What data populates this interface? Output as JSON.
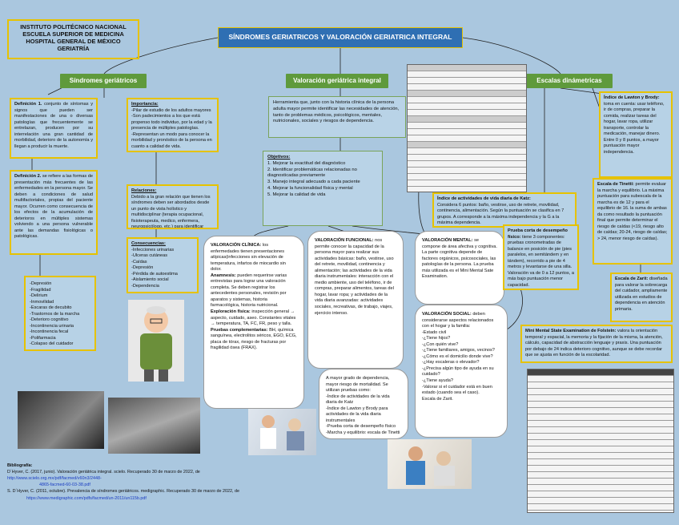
{
  "institution": {
    "line1": "INSTITUTO POLITÉCNICO NACIONAL",
    "line2": "ESCUELA SUPERIOR DE MEDICINA",
    "line3": "HOSPITAL GENERAL DE MÉXICO",
    "line4": "GERIATRÍA"
  },
  "title": "SÍNDROMES GERIATRICOS Y VALORACIÓN GERIATRICA INTEGRAL",
  "headers": {
    "sindromes": "Síndromes geriátricos",
    "valoracion": "Valoración geriátrica integral",
    "escalas": "Escalas dinámetricas"
  },
  "definicion1": {
    "label": "Definición 1.",
    "text": "conjunto de síntomas y signos que pueden ser manifestaciones de una o diversas patologías que frecuentemente se entrelazan, producen por su interrelación una gran cantidad de morbilidad, deterioro de la autonomía y llegan a producir la muerte."
  },
  "definicion2": {
    "label": "Definición 2.",
    "text": "se refiere a las formas de presentación más frecuentes de las enfermedades en la persona mayor. Se deben a condiciones de salud multifactoriales, propias del paciente mayor. Ocurren como consecuencia de los efectos de la acumulación de deterioros en múltiples sistemas volviendo a una persona vulnerable ante las demandas fisiológicas o patológicas."
  },
  "sindromes_list": [
    "-Depresión",
    "-Fragilidad",
    "-Delirium",
    "-Inmovilidad",
    "-Escaras de decubito",
    "-Trastornos de la marcha",
    "-Deterioro cognitivo",
    "-Incontinencia urinaria",
    "-Incontinencia fecal",
    "-Polifarmacia",
    "-Colapso del cuidador"
  ],
  "importancia": {
    "label": "Importancia:",
    "items": [
      "-Pilar de estudio de los adultos mayores",
      "-Son padecimientos a los que está propenso todo individuo, por la edad y la presencia de múltiples patologías.",
      "-Representan un modo para conocer la morbilidad y pronóstico de la persona en cuanto a calidad de vida."
    ]
  },
  "relaciones": {
    "label": "Relaciones:",
    "text": "Debido a la gran relación que tienen los síndromes deben ser abordados desde un punto de vista holístico y multidisciplinar (terapia ocupacional, fisioterapeuta, medico, enfermera, neuropsicólogo, etc.) para identificar factores de riesgo que puedan desarrollar estos síndromes, así como para tratar aquellos que están presentes."
  },
  "consecuencias": {
    "label": "Consecuencias:",
    "items": [
      "-Infecciones urinarias",
      "-Ulceras cutáneas",
      "-Caídas",
      "-Depresión",
      "-Pérdida de autoestima",
      "-Aislamiento social",
      "-Dependencia"
    ]
  },
  "vgi_intro": "Herramienta que, junto con la historia clínica de la persona adulta mayor permite identificar las necesidades de atención, tanto de problemas médicos, psicológicos, mentales, nutricionales, sociales y riesgos de dependencia.",
  "objetivos": {
    "label": "Objetivos:",
    "items": [
      "1. Mejorar la exactitud del diagnóstico",
      "2. Identificar problemáticas relacionadas no diagnosticadas previamente",
      "3. Manejo integral adecuado a cada paciente",
      "4. Mejorar la funcionalidad física y mental",
      "5. Mejorar la calidad de vida"
    ]
  },
  "clinica": {
    "label": "VALORACIÓN CLÍNICA:",
    "text1": "los enfermedades tienen presentaciones atípicas(infecciones sin elevación de temperatura, infartos de miocardio sin dolor.",
    "anamnesis_label": "Anamnesis:",
    "anamnesis": "pueden requerirse varias entrevistas para lograr una valoración completa. Se deben registrar los antecedentes personales, revisión por aparatos y sistemas, historia farmacológica, historia nutricional.",
    "exploracion_label": "Exploración física:",
    "exploracion": "inspección general → aspecto, cuidado, aseo. Constantes vitales → temperatura, TA, FC, FR, peso y talla.",
    "pruebas_label": "Pruebas complementarias:",
    "pruebas": "BH, química sanguínea, electrolitos séricos, EGO, ECG, placa de tórax, riesgo de fracturas por fragilidad ósea (FRAX)."
  },
  "funcional": {
    "label": "VALORACIÓN FUNCIONAL:",
    "text": "nos permite conocer la capacidad de la persona mayor para realizar sus actividades básicas: baño, vestirse, uso del retrete, movilidad, continencia y alimentación; las actividades de la vida diaria instrumentales: interacción con el medio ambiente, uso del teléfono, ir de compras, preparar alimentos, tareas del hogar, lavar ropa; y actividades de la vida diaria avanzadas: actividades sociales, recreativas, de trabajo, viajes, ejercicio intenso."
  },
  "mental": {
    "label": "VALORACIÓN MENTAL:",
    "text": "se compone de área afectiva y cognitiva. La parte cognitiva depende de factores orgánicos, psicosociales, las patologías de la persona. La prueba más utilizada es el Mini Mental Sate Examination."
  },
  "grado": {
    "text": "A mayor grado de dependencia, mayor riesgo de mortalidad. Se utilizan pruebas como:",
    "items": [
      "-Índice de actividades de la vida diaria de Katz",
      "-Índice de Lawton y Brody para actividades de la vida diaria instrumentales",
      "-Prueba corta de desempeño físico",
      "-Marcha y equilibrio: escala de Tinetti"
    ]
  },
  "social": {
    "label": "VALORACIÓN SOCIAL:",
    "text": "deben considerarse aspectos relacionados con el hogar y la familia:",
    "items": [
      "-Estado civil",
      "-¿Tiene hijos?",
      "-¿Con quién vive?",
      "-¿Tiene familiares, amigos, vecinos?",
      "-¿Cómo es el domicilio donde vive?",
      "-¿Hay escaleras o elevador?",
      "-¿Precisa algún tipo de ayuda en su cuidado?",
      "-¿Tiene ayuda?",
      "-Valorar si el cuidador está en buen estado (cuando sea el caso).",
      "Escala de Zarit."
    ]
  },
  "katz": {
    "label": "Índice de actividades de vida diaria de Katz:",
    "text": "Considera 6 puntos: baño, vestirse, uso de retrete, movilidad, continencia, alimentación. Según la puntuación se clasifica en 7 grupos. A corresponde a la máxima independencia y la G a la máxima dependencia."
  },
  "lawton": {
    "label": "Índice de Lawton y Brody:",
    "text": "toma en cuenta: usar teléfono, ir de compras, preparar la comida, realizar tareas del hogar, lavar ropa, utilizar transporte, controlar la medicación, manejar dinero. Entre 0 y 8 puntos, a mayor puntuación mayor independencia."
  },
  "tinetti": {
    "label": "Escala de Tinetti:",
    "text": "permite evaluar la marcha y equilibrio. La máxima puntuación para subescala de la marcha es de 12 y para el equilibrio de 16. la suma de ambas da como resultado la puntuación final que permite determinar el riesgo de caídas (<19, riesgo alto de caídas; 20-24, riesgo de caídas; > 24, menor riesgo de caídas)."
  },
  "prueba_corta": {
    "label": "Prueba corta de desempeño físico:",
    "text": "tiene 3 componentes: pruebas cronometradas de balance en posición de pie (pies paralelos, en semitándem y en tándem), recorrido a pie de 4 metros y levantarse de una silla. Valoración va de 0 a 12 puntos, a más bajo puntuación menor capacidad."
  },
  "zarit": {
    "label": "Escala de Zarit:",
    "text": "diseñada para valorar la sobrecarga del cuidador, ampliamente utilizada en estudios de dependencia en atención primaria."
  },
  "mmse": {
    "label": "Mini Mental State Examination de Folstein:",
    "text": "valora la orientación temporal y espacial, la memoria y la fijación de la misma, la atención, cálculo, capacidad de abstracción lenguaje y praxis. Una puntuación por debajo de 24 indica deterioro cognitivo, aunque se debe recordar que se ajusta en función de la escolaridad."
  },
  "bibliografia": {
    "label": "Bibliografía:",
    "ref1": "D´Hyver, C. (2017, junio). Valoración geriátrica integral. scielo. Recuperado 30 de marzo de 2022, de",
    "url1a": "http://www.scielo.org.mx/pdf/facmed/v60n3/2448-",
    "url1b": "4865-facmed-60-03-38.pdf",
    "ref2": "S. D´Hyver, C. (2011, octubre). Prevalencia de síndromes geriátricos. medigraphic. Recuperado 30 de marzo de 2022, de",
    "url2": "https://www.medigraphic.com/pdfs/facmed/un-2011/un115b.pdf"
  },
  "colors": {
    "background": "#aac7df",
    "header_green": "#5f9a3c",
    "title_blue": "#2f6fb3",
    "accent_yellow": "#e6c200"
  }
}
